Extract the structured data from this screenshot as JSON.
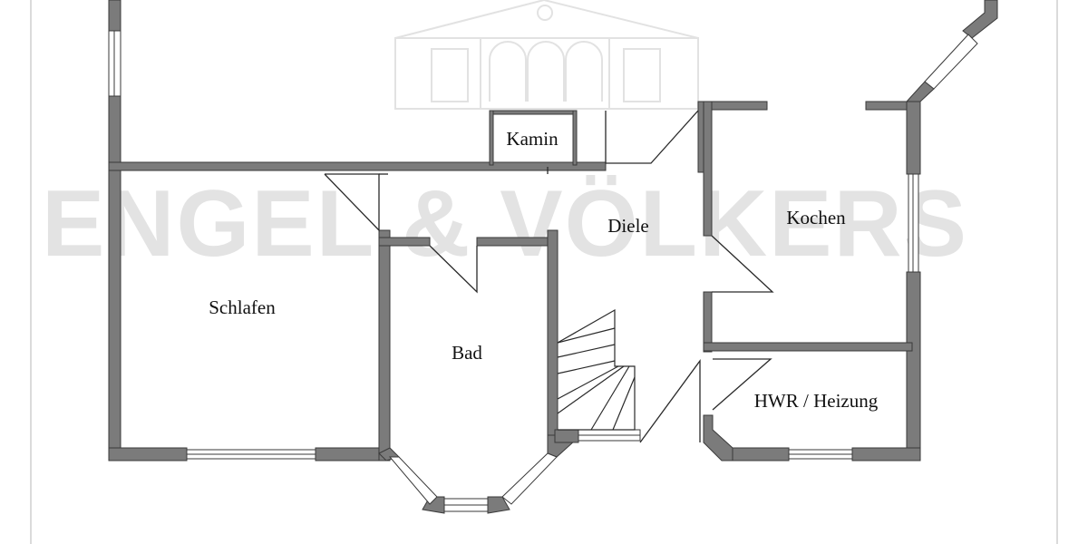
{
  "watermark": {
    "text": "ENGEL & VÖLKERS"
  },
  "rooms": {
    "kamin": "Kamin",
    "diele": "Diele",
    "kochen": "Kochen",
    "schlafen": "Schlafen",
    "bad": "Bad",
    "hwr": "HWR / Heizung"
  },
  "colors": {
    "wall_fill": "#7b7b7b",
    "wall_stroke": "#3a3a3a",
    "watermark": "#e3e3e3",
    "background": "#ffffff"
  }
}
